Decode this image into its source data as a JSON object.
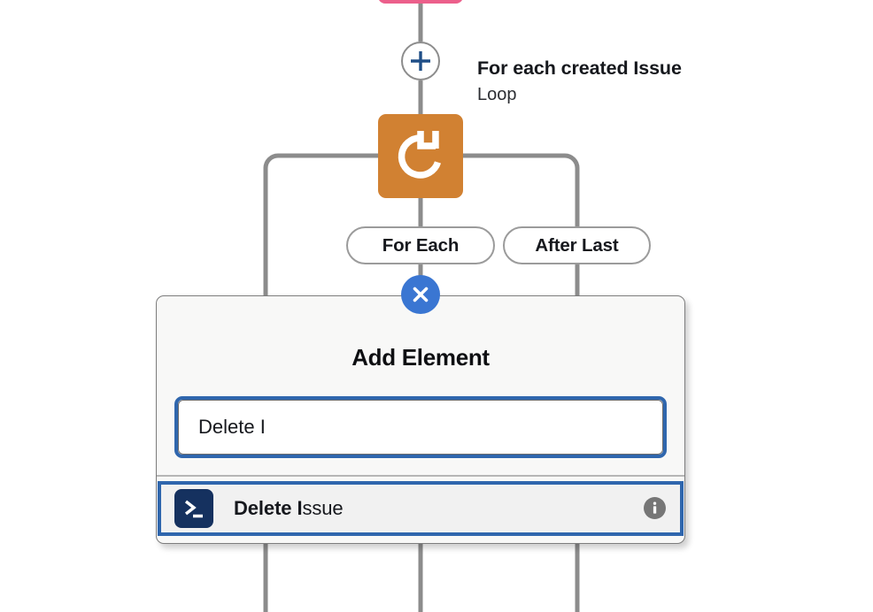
{
  "canvas": {
    "nodes": {
      "previous_node": {
        "icon": "pink-node",
        "color": "#ec5f8b"
      },
      "add_between_button": {
        "icon": "plus-icon"
      },
      "loop_node": {
        "icon": "loop-refresh-icon",
        "color": "#d18132",
        "title": "For each created Issue",
        "subtitle": "Loop"
      }
    },
    "branches": [
      {
        "label": "For Each"
      },
      {
        "label": "After Last"
      }
    ]
  },
  "modal": {
    "title": "Add Element",
    "close_icon": "close-x-icon",
    "search": {
      "value": "Delete I",
      "placeholder": ""
    },
    "results": [
      {
        "icon": "terminal-script-icon",
        "match": "Delete I",
        "rest": "ssue",
        "info_icon": "info-icon",
        "selected": true
      }
    ]
  },
  "colors": {
    "loop_orange": "#d18132",
    "previous_pink": "#ec5f8b",
    "focus_blue": "#2f66ad",
    "close_blue": "#3a76d2",
    "connector_gray": "#8c8c8c",
    "script_navy": "#15315f"
  }
}
